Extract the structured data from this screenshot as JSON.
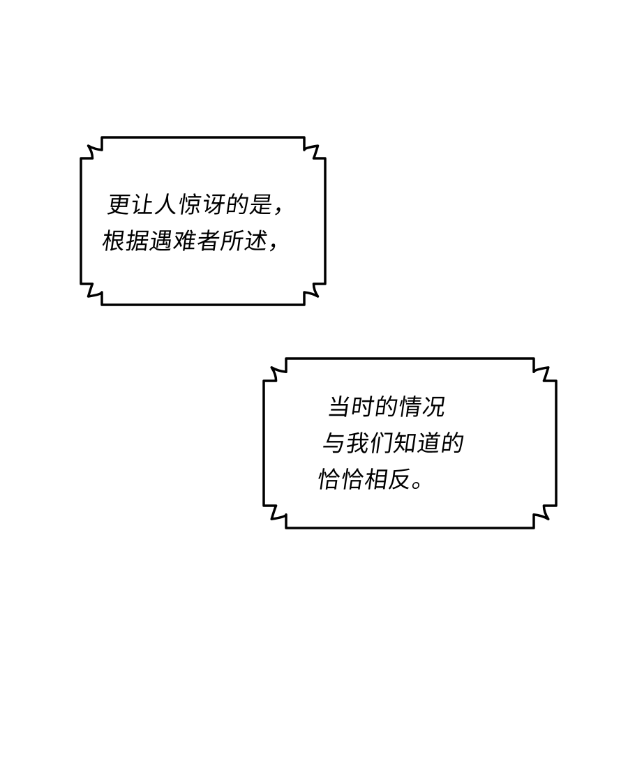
{
  "captions": [
    {
      "lines": [
        "更让人惊讶的是，",
        "根据遇难者所述，"
      ]
    },
    {
      "lines": [
        "当时的情况",
        "与我们知道的",
        "恰恰相反。"
      ]
    }
  ],
  "colors": {
    "border": "#000000",
    "background": "#ffffff"
  }
}
